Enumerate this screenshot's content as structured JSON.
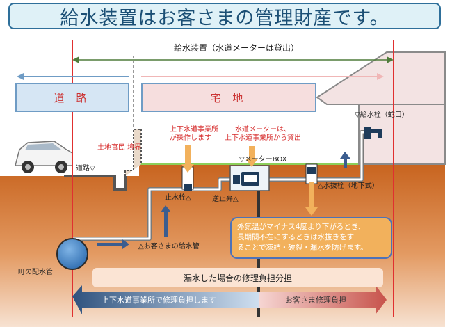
{
  "title": "給水装置はお客さまの管理財産です。",
  "span_label": "給水装置（水道メーターは貸出）",
  "zones": {
    "road": "道 路",
    "house_land": "宅 地"
  },
  "labels": {
    "boundary": "土地官民 境界",
    "road_level": "道路▽",
    "operated_by_water_bureau": [
      "上下水道事業所",
      "が操作します"
    ],
    "meter_loan": [
      "水道メーターは、",
      "上下水道事業所から貸出"
    ],
    "meter_box": "▽メーターBOX",
    "faucet": "▽給水栓（蛇口）",
    "stop_valve": "止水栓△",
    "check_valve": "逆止弁△",
    "drain_valve": "△水抜栓（地下式）",
    "customer_pipe": "△お客さまの給水管",
    "town_main": "町の配水管"
  },
  "note": [
    "外気温がマイナス4度より下がるとき、",
    "長期間不在にするときは水抜きをす",
    "ることで凍結・破裂・漏水を防げます。"
  ],
  "repair_band": "漏水した場合の修理負担分担",
  "repair": {
    "bureau": "上下水道事業所で修理負担します",
    "customer": "お客さま修理負担"
  },
  "colors": {
    "title_border": "#2e6f9a",
    "title_bg": "#dff1f7",
    "green_arrow": "#4f7c3a",
    "red_line": "#e03030",
    "ground": "#d4732e",
    "pipe": "#7a7a7a",
    "note_bg": "#f2b15c",
    "bureau_arrow": "#3b5d8f",
    "customer_arrow": "#c7534b"
  }
}
